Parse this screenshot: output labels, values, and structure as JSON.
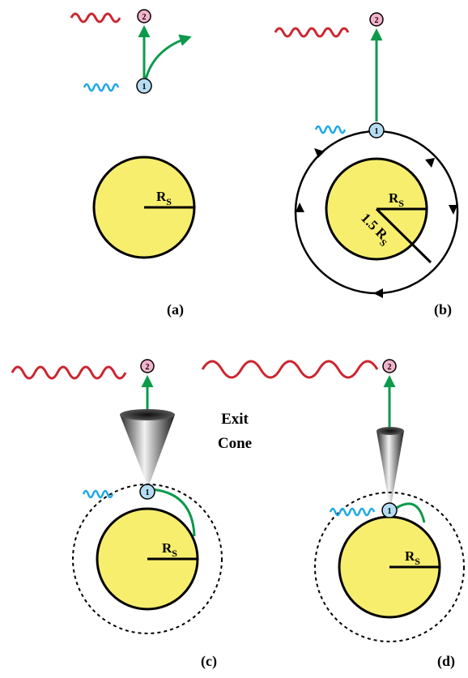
{
  "panels": {
    "a": {
      "caption": "(a)",
      "radius_label": "R",
      "radius_sub": "S"
    },
    "b": {
      "caption": "(b)",
      "radius_label": "R",
      "radius_sub": "S",
      "photon_sphere_label": "1.5 R",
      "photon_sphere_sub": "S"
    },
    "c": {
      "caption": "(c)",
      "radius_label": "R",
      "radius_sub": "S",
      "cone_label_line1": "Exit",
      "cone_label_line2": "Cone"
    },
    "d": {
      "caption": "(d)",
      "radius_label": "R",
      "radius_sub": "S"
    }
  },
  "observers": {
    "emitter": "1",
    "receiver": "2"
  },
  "colors": {
    "black_hole_fill": "#f7ee6e",
    "emitter_fill": "#b5dcf2",
    "receiver_fill": "#f2b3cc",
    "blue_wave": "#1fa8e6",
    "red_wave": "#cc2530",
    "ray": "#0c9a4b"
  }
}
